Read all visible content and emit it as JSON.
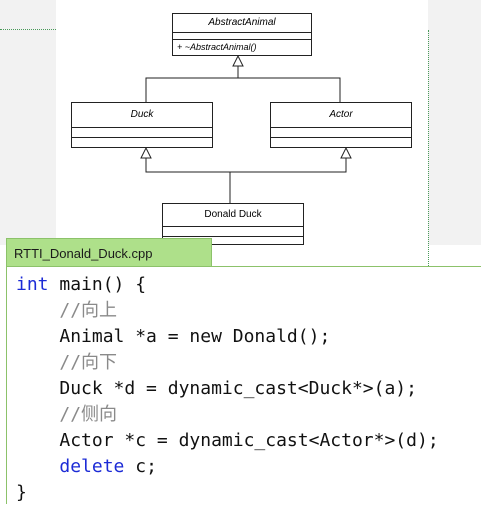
{
  "diagram": {
    "abstract_animal": {
      "name": "AbstractAnimal",
      "operation": "+ ~AbstractAnimal()"
    },
    "duck": {
      "name": "Duck"
    },
    "actor": {
      "name": "Actor"
    },
    "donald_duck": {
      "name": "Donald Duck"
    }
  },
  "editor": {
    "tab_label": "RTTI_Donald_Duck.cpp",
    "lines": [
      {
        "indent": "",
        "keyword": "int",
        "text": " main() {"
      },
      {
        "indent": "    ",
        "comment": "//向上"
      },
      {
        "indent": "    ",
        "text": "Animal *a = new Donald();"
      },
      {
        "indent": "    ",
        "comment": "//向下"
      },
      {
        "indent": "    ",
        "text": "Duck *d = dynamic_cast<Duck*>(a);"
      },
      {
        "indent": "    ",
        "comment": "//侧向"
      },
      {
        "indent": "    ",
        "text": "Actor *c = dynamic_cast<Actor*>(d);"
      },
      {
        "indent": "    ",
        "keyword": "delete",
        "text": " c;"
      },
      {
        "indent": "",
        "text": "}"
      }
    ]
  },
  "colors": {
    "tab_bg": "#aee08a",
    "keyword": "#1c2bd6",
    "comment": "#8a8a8a"
  }
}
